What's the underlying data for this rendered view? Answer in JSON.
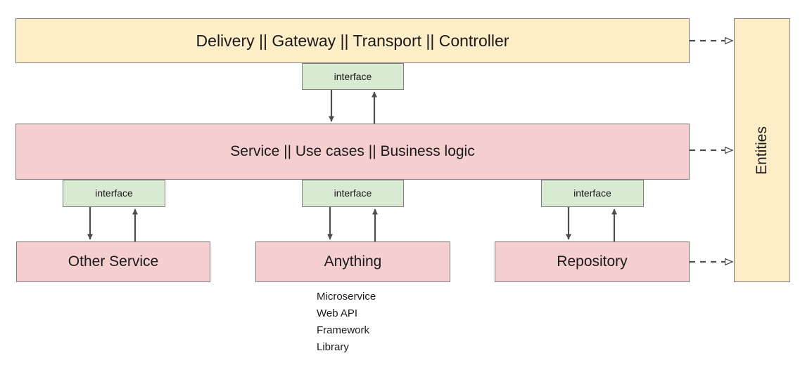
{
  "diagram": {
    "title": "Clean Architecture layered diagram",
    "colors": {
      "delivery_layer": "#fdeec8",
      "service_layer": "#f5ced0",
      "interface_box": "#d9ead3",
      "entities_box": "#fdeec8",
      "border": "#808080",
      "connector": "#4d4d4d",
      "text": "#1a1a1a",
      "background": "#ffffff"
    },
    "layers": {
      "delivery": {
        "label": "Delivery || Gateway || Transport || Controller"
      },
      "service": {
        "label": "Service || Use cases || Business logic"
      },
      "entities": {
        "label": "Entities"
      }
    },
    "interfaces": [
      {
        "label": "interface",
        "position": "delivery-to-service"
      },
      {
        "label": "interface",
        "position": "service-to-other-service"
      },
      {
        "label": "interface",
        "position": "service-to-anything"
      },
      {
        "label": "interface",
        "position": "service-to-repository"
      }
    ],
    "adapters": [
      {
        "label": "Other Service"
      },
      {
        "label": "Anything"
      },
      {
        "label": "Repository"
      }
    ],
    "anything_examples": [
      "Microservice",
      "Web API",
      "Framework",
      "Library"
    ],
    "connectors": {
      "solid_pair_note": "bidirectional solid arrows with filled heads",
      "dashed_note": "dashed dependency arrows with hollow heads pointing to Entities"
    }
  }
}
